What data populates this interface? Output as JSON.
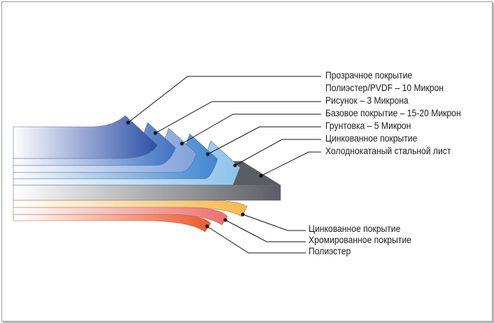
{
  "top_labels": [
    "Прозрачное покрытие",
    "Полиэстер/PVDF – 10 Микрон",
    "Рисунок – 3 Микрона",
    "Базовое покрытие – 15-20 Микрон",
    "Грунтовка – 5 Микрон",
    "Цинкованное покрытие",
    "Холоднокатаный стальной лист"
  ],
  "bottom_labels": [
    "Цинкованное покрытие",
    "Хромированное покрытие",
    "Полиэстер"
  ],
  "colors": {
    "clear_coat": "#2d4fa8",
    "polyester": "#3f72c4",
    "pattern": "#7fa0da",
    "base_coat": "#3f86d0",
    "primer": "#8ec3ec",
    "steel": "#5a5d62",
    "zinc_bottom": "#f5b94e",
    "chrome": "#ee6f6f",
    "polyester_bottom": "#ee5a2c"
  }
}
